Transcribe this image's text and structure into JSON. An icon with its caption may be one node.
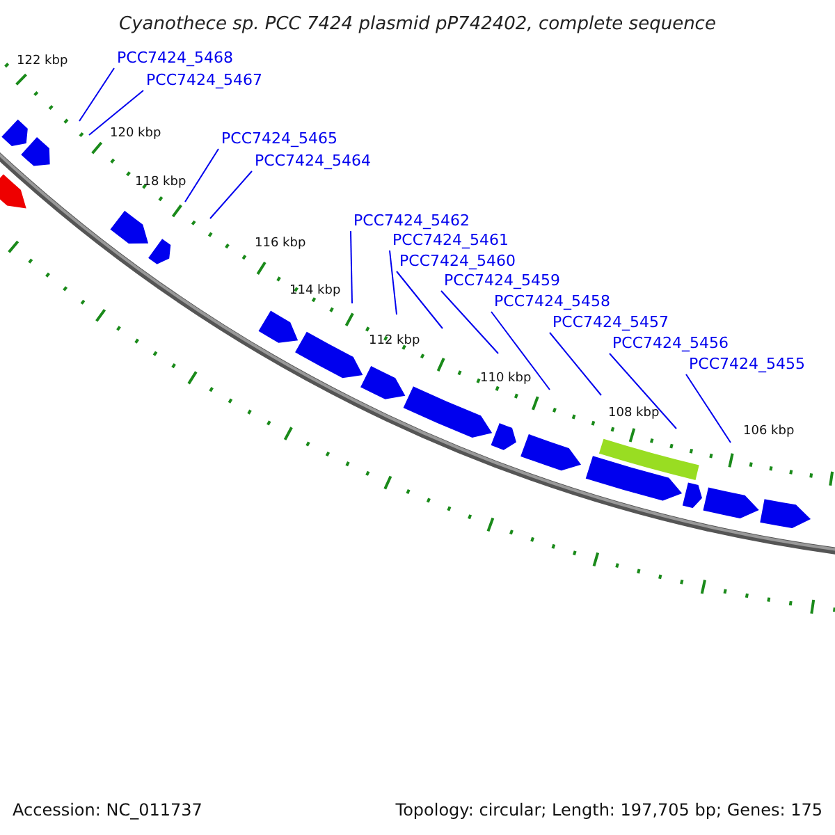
{
  "diagram": {
    "title": "Cyanothece sp. PCC 7424 plasmid pP742402, complete sequence",
    "nodes": [
      {
        "text": [
          "PCC7424_5468"
        ]
      },
      {
        "text": [
          "PCC7424_5467"
        ]
      },
      {
        "text": [
          "PCC7424_5465"
        ]
      },
      {
        "text": [
          "PCC7424_5464"
        ]
      },
      {
        "text": [
          "PCC7424_5462"
        ]
      },
      {
        "text": [
          "PCC7424_5461"
        ]
      },
      {
        "text": [
          "PCC7424_5460"
        ]
      },
      {
        "text": [
          "PCC7424_5459"
        ]
      },
      {
        "text": [
          "PCC7424_5458"
        ]
      },
      {
        "text": [
          "PCC7424_5457"
        ]
      },
      {
        "text": [
          "PCC7424_5456"
        ]
      },
      {
        "text": [
          "PCC7424_5455"
        ]
      }
    ],
    "edges": [
      {
        "from": 0,
        "to": null,
        "arrow": "none"
      },
      {
        "from": 1,
        "to": null,
        "arrow": "none"
      },
      {
        "from": 2,
        "to": null,
        "arrow": "none"
      },
      {
        "from": 3,
        "to": null,
        "arrow": "none"
      },
      {
        "from": 4,
        "to": null,
        "arrow": "none"
      },
      {
        "from": 5,
        "to": null,
        "arrow": "none"
      },
      {
        "from": 6,
        "to": null,
        "arrow": "none"
      },
      {
        "from": 7,
        "to": null,
        "arrow": "none"
      },
      {
        "from": 8,
        "to": null,
        "arrow": "none"
      },
      {
        "from": 9,
        "to": null,
        "arrow": "none"
      },
      {
        "from": 10,
        "to": null,
        "arrow": "none"
      },
      {
        "from": 11,
        "to": null,
        "arrow": "none"
      }
    ],
    "labels": [
      "122 kbp",
      "120 kbp",
      "118 kbp",
      "116 kbp",
      "114 kbp",
      "112 kbp",
      "110 kbp",
      "108 kbp",
      "106 kbp",
      "Accession: NC_011737",
      "Topology: circular; Length: 197,705 bp; Genes: 175"
    ]
  }
}
